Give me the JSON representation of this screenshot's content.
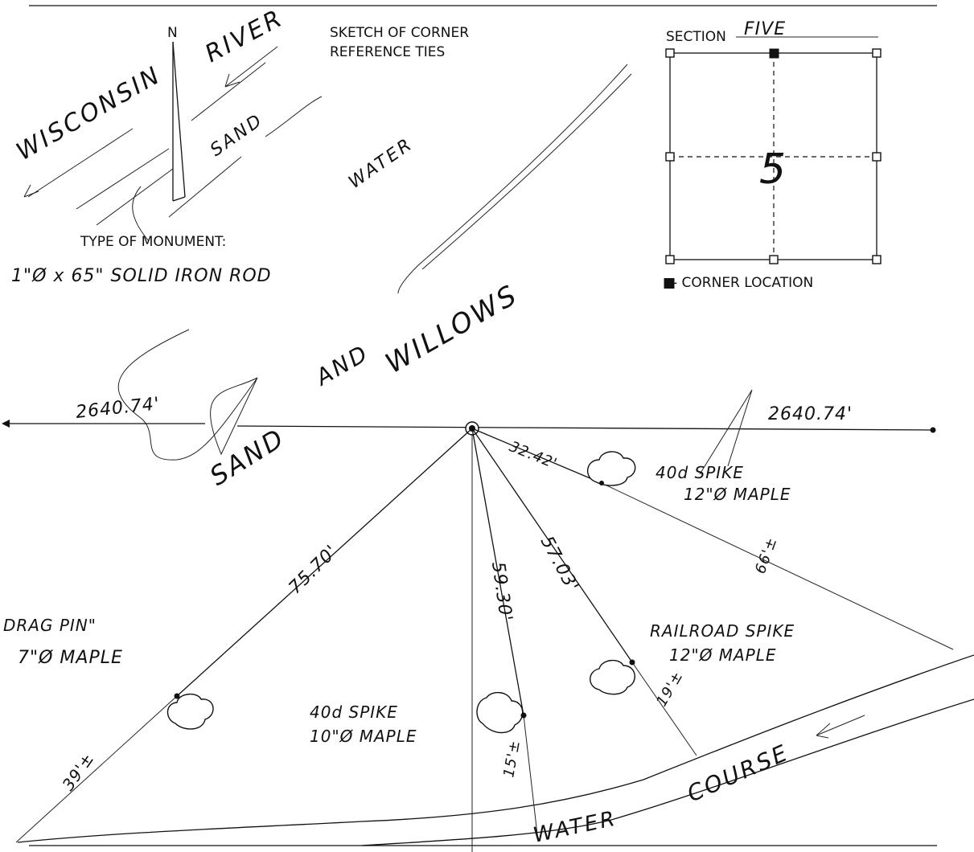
{
  "sketch": {
    "title_line1": "SKETCH OF CORNER",
    "title_line2": "REFERENCE TIES",
    "north_label": "N",
    "river_word1": "WISCONSIN",
    "river_word2": "RIVER",
    "sand_label": "SAND",
    "water_label": "WATER",
    "monument_heading": "TYPE OF MONUMENT:",
    "monument_value": "1\"Ø x 65\" SOLID IRON ROD",
    "sand_willows_1": "SAND",
    "sand_willows_2": "AND",
    "sand_willows_3": "WILLOWS"
  },
  "section": {
    "label": "SECTION",
    "value": "FIVE",
    "number": "5",
    "legend_symbol": "■",
    "legend_text": " - CORNER LOCATION"
  },
  "measurements": {
    "west_line": "2640.74'",
    "east_line": "2640.74'",
    "tie_32": "32.42'",
    "tie_75": "75.70'",
    "tie_59": "59.30'",
    "tie_57": "57.03'",
    "tail_66": "66'±",
    "tail_39": "39'±",
    "tail_15": "15'±",
    "tail_19": "19'±"
  },
  "ties": {
    "ne_tree_line1": "40d SPIKE",
    "ne_tree_line2": "12\"Ø MAPLE",
    "w_tree_line1": "DRAG PIN\"",
    "w_tree_line2": "7\"Ø MAPLE",
    "s_tree_line1": "40d SPIKE",
    "s_tree_line2": "10\"Ø MAPLE",
    "se_tree_line1": "RAILROAD SPIKE",
    "se_tree_line2": "12\"Ø MAPLE"
  },
  "water_course": {
    "word1": "COURSE",
    "word2": "WATER"
  }
}
